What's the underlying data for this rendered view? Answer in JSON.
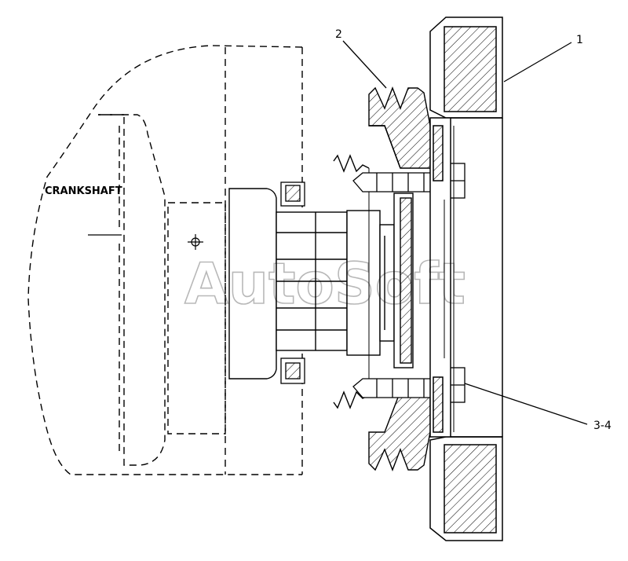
{
  "labels": {
    "crankshaft": "CRANKSHAFT",
    "callout_1": "1",
    "callout_2": "2",
    "callout_3_4": "3-4"
  },
  "watermark": {
    "text": "AutoSoft"
  },
  "colors": {
    "line": "#000000",
    "background": "#ffffff"
  }
}
